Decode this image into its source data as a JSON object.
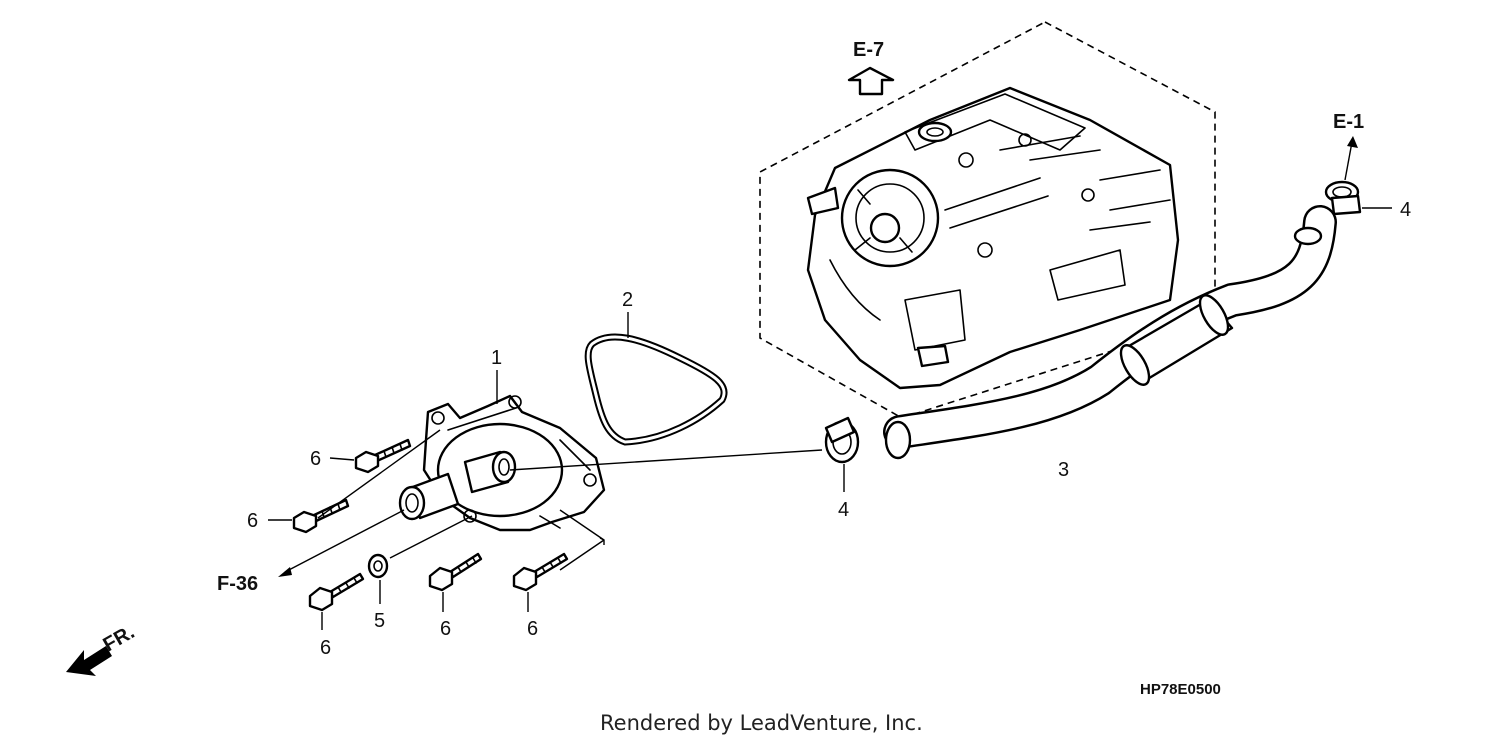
{
  "callouts": {
    "part1": "1",
    "part2": "2",
    "part3": "3",
    "part4_clamp_right": "4",
    "part4_clamp_left": "4",
    "part5": "5",
    "part6_a": "6",
    "part6_b": "6",
    "part6_c": "6",
    "part6_d": "6",
    "part6_e": "6"
  },
  "references": {
    "e7": "E-7",
    "e1": "E-1",
    "f36": "F-36",
    "front": "FR."
  },
  "diagram_code": "HP78E0500",
  "credit": "Rendered by LeadVenture, Inc."
}
